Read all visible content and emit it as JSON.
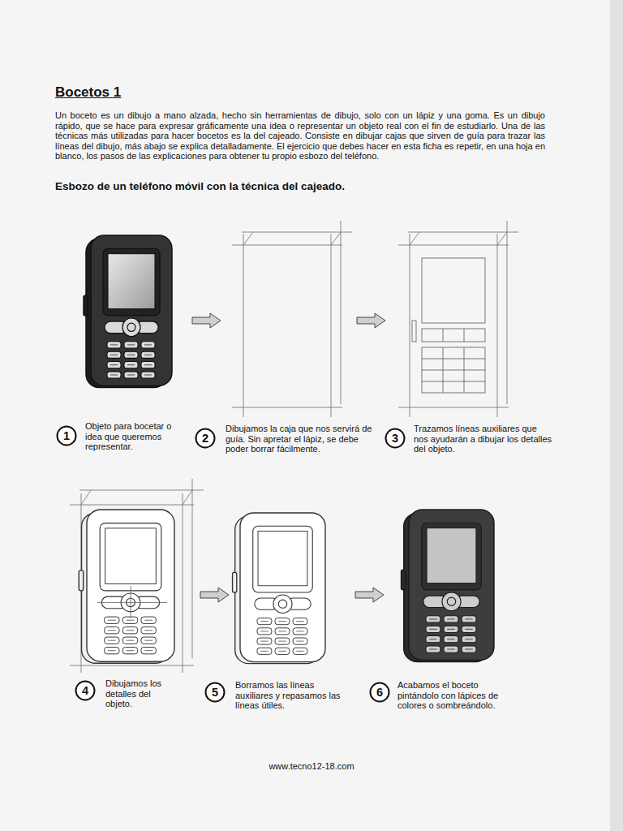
{
  "diagram": {
    "title": "Bocetos 1",
    "nodes": [
      {
        "text": [
          "1"
        ]
      },
      {
        "text": [
          "2"
        ]
      },
      {
        "text": [
          "3"
        ]
      },
      {
        "text": [
          "4"
        ]
      },
      {
        "text": [
          "5"
        ]
      },
      {
        "text": [
          "6"
        ]
      }
    ],
    "labels": [
      "Un boceto es un dibujo a mano alzada, hecho sin herramientas de dibujo, solo con un lápiz y una goma. Es un dibujo rápido, que se hace para expresar gráficamente una idea o representar un objeto real con el fin de estudiarlo. Una de las técnicas más utilizadas para hacer bocetos es la del cajeado. Consiste en dibujar cajas que sirven de guía para trazar las líneas del dibujo, más abajo se explica detalladamente. El ejercicio que debes hacer en esta ficha es repetir, en una hoja en blanco, los pasos de las explicaciones para obtener tu propio esbozo del teléfono.",
      "Esbozo de un teléfono móvil con la técnica del cajeado.",
      "Objeto para bocetar o idea que queremos representar.",
      "Dibujamos la caja que nos servirá de guía. Sin apretar el lápiz, se debe poder borrar fácilmente.",
      "Trazamos líneas auxiliares que nos ayudarán a dibujar los detalles del objeto.",
      "Dibujamos los detalles del objeto.",
      "Borramos las líneas auxiliares y repasamos las líneas útiles.",
      "Acabamos el boceto pintándolo con lápices de colores o sombreándolo.",
      "www.tecno12-18.com"
    ]
  }
}
